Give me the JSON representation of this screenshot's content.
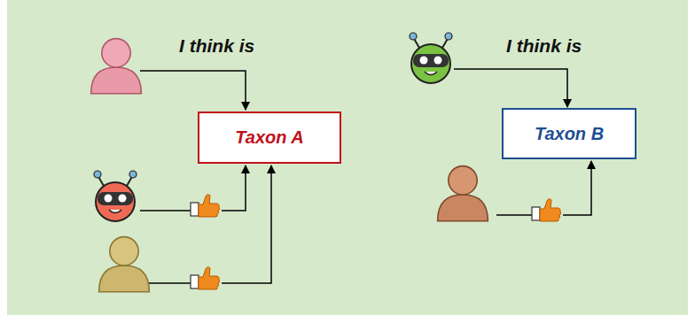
{
  "diagram": {
    "nodes": [
      {
        "text": [
          "Taxon A"
        ]
      },
      {
        "text": [
          "Taxon B"
        ]
      }
    ],
    "labels": [
      "I think is",
      "I think is"
    ]
  }
}
